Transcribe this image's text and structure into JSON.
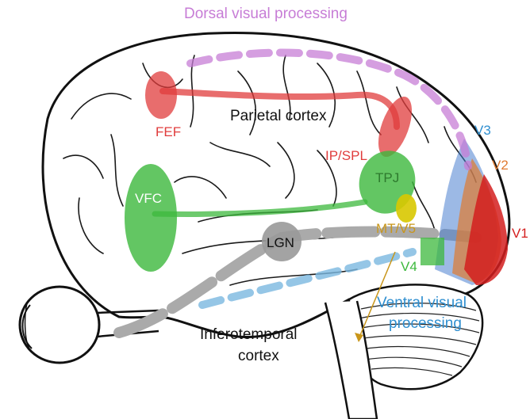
{
  "titles": {
    "dorsal": "Dorsal visual processing",
    "ventral_line1": "Ventral visual",
    "ventral_line2": "processing"
  },
  "regions": {
    "fef": "FEF",
    "parietal": "Parietal cortex",
    "ip_spl": "IP/SPL",
    "tpj": "TPJ",
    "vfc": "VFC",
    "lgn": "LGN",
    "mt_v5": "MT/V5",
    "v1": "V1",
    "v2": "V2",
    "v3": "V3",
    "v4": "V4",
    "inferotemporal_line1": "Inferotemporal",
    "inferotemporal_line2": "cortex"
  },
  "colors": {
    "dorsal": "#c77dd6",
    "ventral": "#2f8fd0",
    "attention_red": "#e03c3c",
    "attention_green": "#3cb83c",
    "mt_yellow": "#d8c800",
    "v3_blue": "#4a7fd0",
    "v2_orange": "#e07a30",
    "v1_red": "#d41e1e",
    "lgn_gray": "#999999",
    "outline": "#111111"
  }
}
